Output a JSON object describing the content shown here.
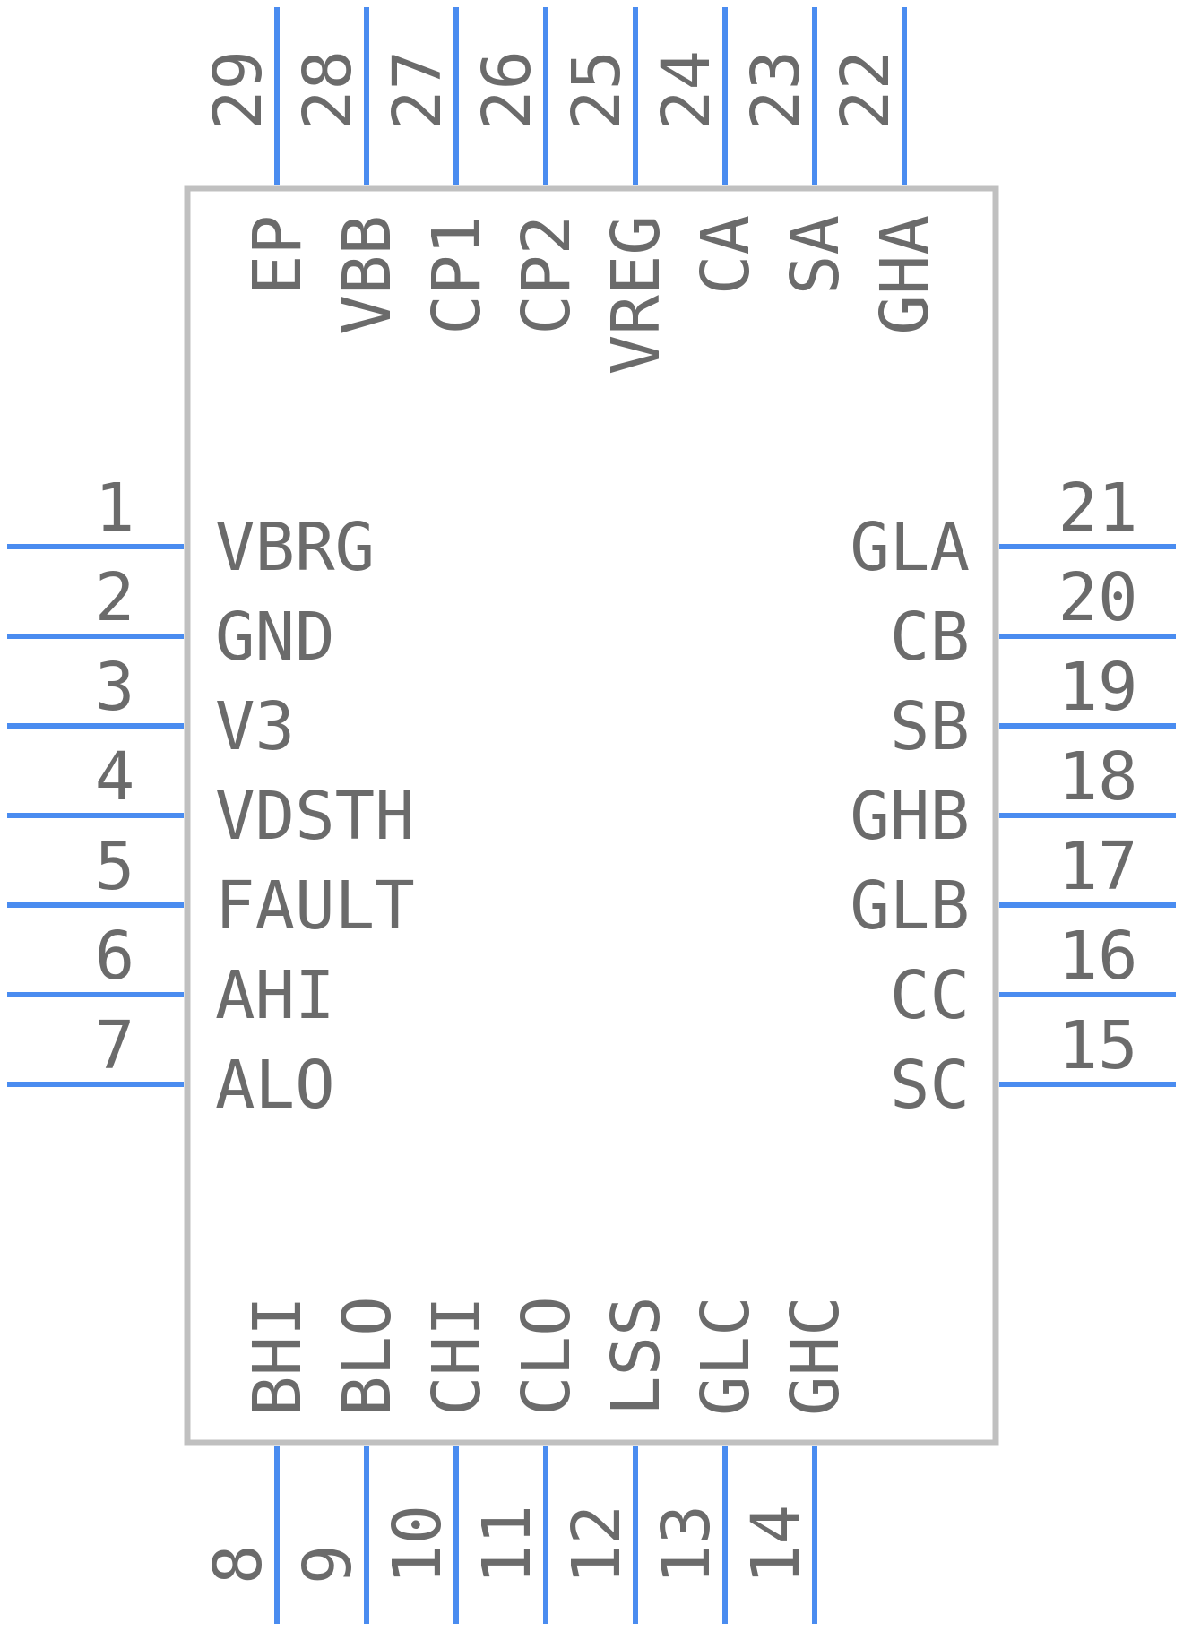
{
  "colors": {
    "pin": "#4a8cf0",
    "body_outline": "#c0c0c0",
    "text": "#6b6b6b"
  },
  "left_pins": [
    {
      "number": "1",
      "name": "VBRG"
    },
    {
      "number": "2",
      "name": "GND"
    },
    {
      "number": "3",
      "name": "V3"
    },
    {
      "number": "4",
      "name": "VDSTH"
    },
    {
      "number": "5",
      "name": "FAULT"
    },
    {
      "number": "6",
      "name": "AHI"
    },
    {
      "number": "7",
      "name": "ALO"
    }
  ],
  "right_pins": [
    {
      "number": "21",
      "name": "GLA"
    },
    {
      "number": "20",
      "name": "CB"
    },
    {
      "number": "19",
      "name": "SB"
    },
    {
      "number": "18",
      "name": "GHB"
    },
    {
      "number": "17",
      "name": "GLB"
    },
    {
      "number": "16",
      "name": "CC"
    },
    {
      "number": "15",
      "name": "SC"
    }
  ],
  "top_pins": [
    {
      "number": "29",
      "name": "EP"
    },
    {
      "number": "28",
      "name": "VBB"
    },
    {
      "number": "27",
      "name": "CP1"
    },
    {
      "number": "26",
      "name": "CP2"
    },
    {
      "number": "25",
      "name": "VREG"
    },
    {
      "number": "24",
      "name": "CA"
    },
    {
      "number": "23",
      "name": "SA"
    },
    {
      "number": "22",
      "name": "GHA"
    }
  ],
  "bottom_pins": [
    {
      "number": "8",
      "name": "BHI"
    },
    {
      "number": "9",
      "name": "BLO"
    },
    {
      "number": "10",
      "name": "CHI"
    },
    {
      "number": "11",
      "name": "CLO"
    },
    {
      "number": "12",
      "name": "LSS"
    },
    {
      "number": "13",
      "name": "GLC"
    },
    {
      "number": "14",
      "name": "GHC"
    }
  ]
}
